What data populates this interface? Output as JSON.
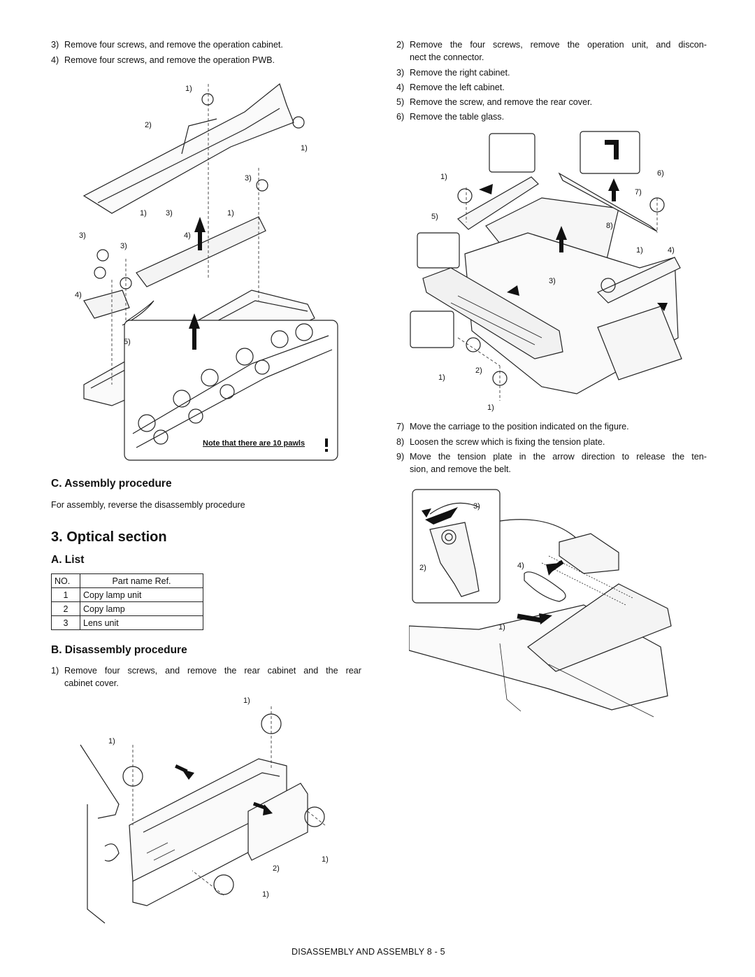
{
  "left_steps_top": [
    {
      "n": "3)",
      "text": "Remove four screws, and remove the operation cabinet."
    },
    {
      "n": "4)",
      "text": "Remove four screws, and remove the operation PWB."
    }
  ],
  "figure1": {
    "callouts": [
      "1)",
      "2)",
      "1)",
      "3)",
      "1)",
      "3)",
      "1)",
      "3)",
      "3)",
      "4)",
      "4)",
      "5)"
    ],
    "note": "Note that there are 10 pawls"
  },
  "section_c": {
    "heading": "C. Assembly procedure",
    "text": "For assembly, reverse the disassembly procedure"
  },
  "section_3": {
    "heading": "3. Optical section"
  },
  "section_a": {
    "heading": "A. List",
    "table": {
      "headers": [
        "NO.",
        "Part name Ref."
      ],
      "rows": [
        {
          "no": "1",
          "name": "Copy lamp unit"
        },
        {
          "no": "2",
          "name": "Copy lamp"
        },
        {
          "no": "3",
          "name": "Lens unit"
        }
      ]
    }
  },
  "section_b": {
    "heading": "B. Disassembly procedure",
    "step1_n": "1)",
    "step1_line1": "Remove four screws, and remove the rear cabinet and the rear",
    "step1_line2": "cabinet cover."
  },
  "figure4": {
    "callouts": [
      "1)",
      "1)",
      "1)",
      "2)",
      "1)"
    ]
  },
  "right_steps_top": {
    "s2_n": "2)",
    "s2_line1": "Remove the four screws, remove the operation unit, and discon-",
    "s2_line2": "nect the connector.",
    "items": [
      {
        "n": "3)",
        "text": "Remove the right cabinet."
      },
      {
        "n": "4)",
        "text": "Remove the left cabinet."
      },
      {
        "n": "5)",
        "text": "Remove the screw, and remove the rear cover."
      },
      {
        "n": "6)",
        "text": "Remove the table glass."
      }
    ]
  },
  "figure2": {
    "callouts": [
      "1)",
      "6)",
      "7)",
      "5)",
      "8)",
      "1)",
      "4)",
      "3)",
      "1)",
      "2)",
      "1)"
    ]
  },
  "right_steps_mid": {
    "items": [
      {
        "n": "7)",
        "text": "Move the carriage to the position indicated on the figure."
      },
      {
        "n": "8)",
        "text": "Loosen the screw which is fixing the tension plate."
      }
    ],
    "s9_n": "9)",
    "s9_line1": "Move the tension plate in the arrow direction to release the ten-",
    "s9_line2": "sion, and remove the belt."
  },
  "figure3": {
    "callouts": [
      "3)",
      "2)",
      "4)",
      "1)"
    ]
  },
  "footer": "DISASSEMBLY AND ASSEMBLY  8 - 5"
}
